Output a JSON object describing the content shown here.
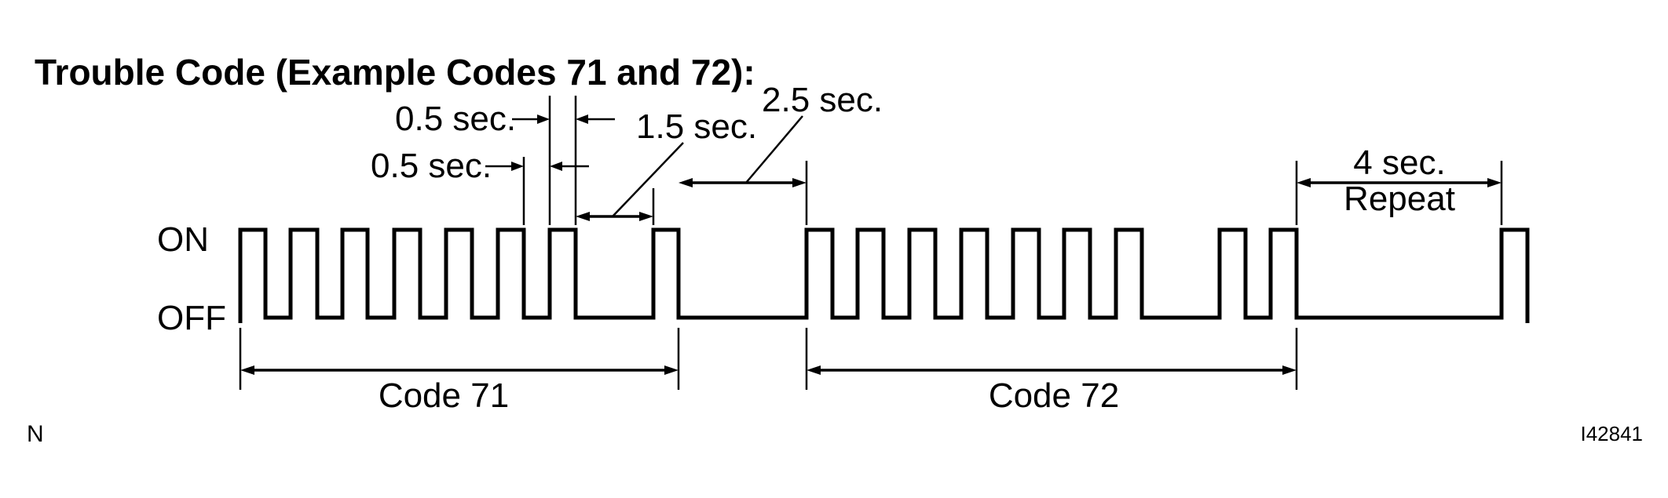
{
  "title": "Trouble Code (Example Codes 71 and 72):",
  "levels": {
    "on": "ON",
    "off": "OFF"
  },
  "timing_labels": {
    "pulse_on": "0.5 sec.",
    "pulse_off": "0.5 sec.",
    "digit_gap": "1.5 sec.",
    "code_gap": "2.5 sec.",
    "repeat_gap": "4 sec.",
    "repeat": "Repeat"
  },
  "codes": [
    {
      "label": "Code 71",
      "digits": [
        7,
        1
      ]
    },
    {
      "label": "Code 72",
      "digits": [
        7,
        2
      ]
    }
  ],
  "corner_left": "N",
  "corner_right": "I42841"
}
